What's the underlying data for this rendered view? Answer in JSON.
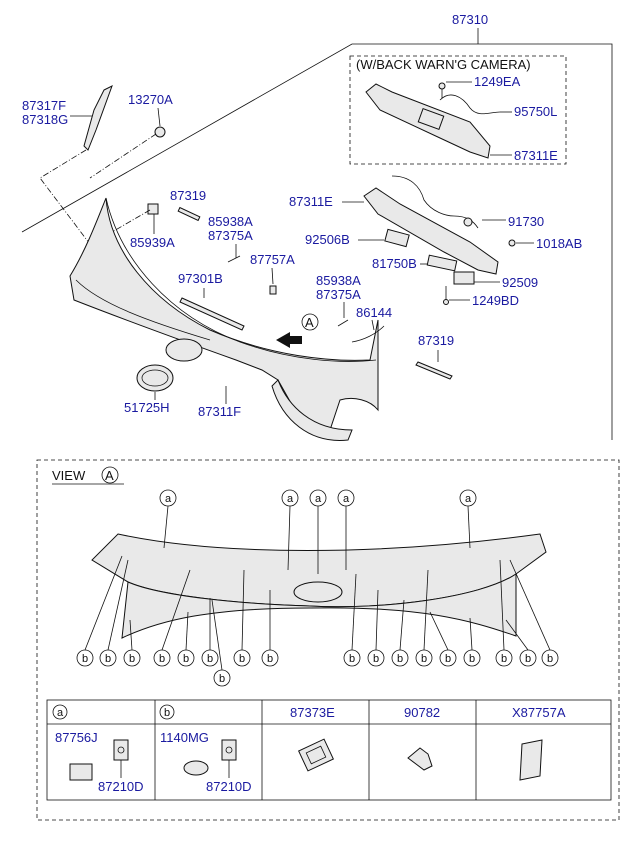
{
  "top_label": "87310",
  "camera_box_title": "(W/BACK WARN'G CAMERA)",
  "labels": {
    "l1249EA": "1249EA",
    "l95750L": "95750L",
    "l87311E_box": "87311E",
    "l87317F": "87317F",
    "l87318G": "87318G",
    "l13270A": "13270A",
    "l87319_a": "87319",
    "l85939A": "85939A",
    "l85938A_a": "85938A",
    "l87375A_a": "87375A",
    "l87311E": "87311E",
    "l91730": "91730",
    "l92506B": "92506B",
    "l1018AB": "1018AB",
    "l87757A": "87757A",
    "l81750B": "81750B",
    "l92509": "92509",
    "l97301B": "97301B",
    "l85938A_b": "85938A",
    "l87375A_b": "87375A",
    "l1249BD": "1249BD",
    "l86144": "86144",
    "l87319_b": "87319",
    "l51725H": "51725H",
    "l87311F": "87311F",
    "view_word": "VIEW",
    "view_letter": "A",
    "arrow_letter": "A"
  },
  "callout_a": "a",
  "callout_b": "b",
  "table": {
    "headers": [
      "a",
      "b",
      "87373E",
      "90782",
      "X87757A"
    ],
    "cell_a_labels": [
      "87756J",
      "87210D"
    ],
    "cell_b_labels": [
      "1140MG",
      "87210D"
    ]
  }
}
